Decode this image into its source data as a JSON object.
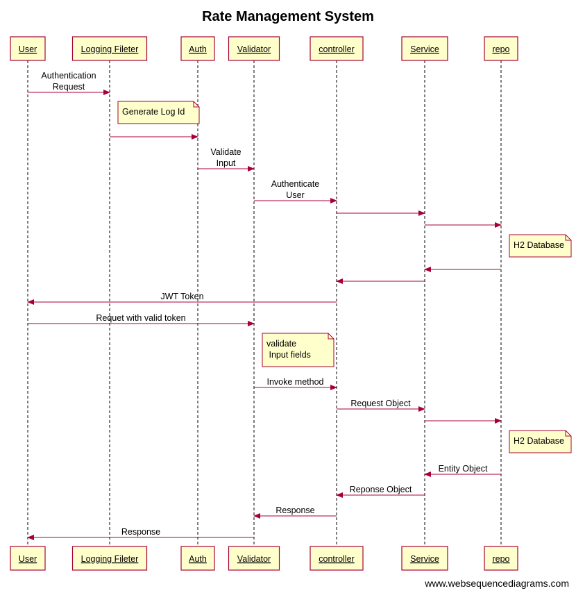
{
  "title": "Rate Management System",
  "footer": "www.websequencediagrams.com",
  "colors": {
    "box_fill": "#ffffcc",
    "box_stroke": "#a80036",
    "arrow": "#a80036",
    "lifeline": "#000000"
  },
  "participants": [
    {
      "id": "user",
      "label": "User"
    },
    {
      "id": "logging",
      "label": "Logging Fileter"
    },
    {
      "id": "auth",
      "label": "Auth"
    },
    {
      "id": "validator",
      "label": "Validator"
    },
    {
      "id": "controller",
      "label": "controller"
    },
    {
      "id": "service",
      "label": "Service"
    },
    {
      "id": "repo",
      "label": "repo"
    }
  ],
  "steps": [
    {
      "kind": "msg",
      "from": "user",
      "to": "logging",
      "lines": [
        "Authentication",
        "Request"
      ]
    },
    {
      "kind": "note",
      "over": "logging",
      "lines": [
        "Generate Log Id"
      ]
    },
    {
      "kind": "msg",
      "from": "logging",
      "to": "auth",
      "lines": []
    },
    {
      "kind": "msg",
      "from": "auth",
      "to": "validator",
      "lines": [
        "Validate",
        "Input"
      ]
    },
    {
      "kind": "msg",
      "from": "validator",
      "to": "controller",
      "lines": [
        "Authenticate",
        "User"
      ]
    },
    {
      "kind": "msg",
      "from": "controller",
      "to": "service",
      "lines": []
    },
    {
      "kind": "msg",
      "from": "service",
      "to": "repo",
      "lines": []
    },
    {
      "kind": "note",
      "over": "repo",
      "lines": [
        "H2 Database"
      ]
    },
    {
      "kind": "msg",
      "from": "repo",
      "to": "service",
      "lines": []
    },
    {
      "kind": "msg",
      "from": "service",
      "to": "controller",
      "lines": []
    },
    {
      "kind": "msg",
      "from": "controller",
      "to": "user",
      "lines": [
        "JWT Token"
      ]
    },
    {
      "kind": "msg",
      "from": "user",
      "to": "validator",
      "lines": [
        "Requet with valid token"
      ]
    },
    {
      "kind": "note",
      "over": "validator",
      "lines": [
        "validate",
        " Input fields"
      ]
    },
    {
      "kind": "msg",
      "from": "validator",
      "to": "controller",
      "lines": [
        "Invoke method"
      ]
    },
    {
      "kind": "msg",
      "from": "controller",
      "to": "service",
      "lines": [
        "Request Object"
      ]
    },
    {
      "kind": "msg",
      "from": "service",
      "to": "repo",
      "lines": []
    },
    {
      "kind": "note",
      "over": "repo",
      "lines": [
        "H2 Database"
      ]
    },
    {
      "kind": "msg",
      "from": "repo",
      "to": "service",
      "lines": [
        "Entity Object"
      ]
    },
    {
      "kind": "msg",
      "from": "service",
      "to": "controller",
      "lines": [
        "Reponse Object"
      ]
    },
    {
      "kind": "msg",
      "from": "controller",
      "to": "validator",
      "lines": [
        "Response"
      ]
    },
    {
      "kind": "msg",
      "from": "validator",
      "to": "user",
      "lines": [
        "Response"
      ]
    }
  ]
}
